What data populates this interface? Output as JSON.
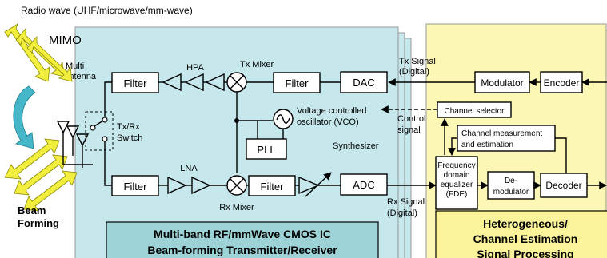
{
  "header": {
    "radio_wave": "Radio wave (UHF/microwave/mm-wave)"
  },
  "rf": {
    "mimo": "MIMO",
    "multi": "Multi",
    "antenna": "Antenna",
    "filter": "Filter",
    "hpa": "HPA",
    "tx_mixer": "Tx Mixer",
    "dac": "DAC",
    "vco_line1": "Voltage controlled",
    "vco_line2": "oscillator  (VCO)",
    "pll": "PLL",
    "synthesizer": "Synthesizer",
    "switch_line1": "Tx/Rx",
    "switch_line2": "Switch",
    "lna": "LNA",
    "rx_mixer": "Rx Mixer",
    "adc": "ADC",
    "beam_line1": "Beam",
    "beam_line2": "Forming",
    "title_line1": "Multi-band RF/mmWave CMOS IC",
    "title_line2": "Beam-forming Transmitter/Receiver"
  },
  "signals": {
    "tx_line1": "Tx Signal",
    "tx_line2": "(Digital)",
    "control_line1": "Control",
    "control_line2": "signal",
    "rx_line1": "Rx Signal",
    "rx_line2": "(Digital)"
  },
  "dsp": {
    "modulator": "Modulator",
    "encoder": "Encoder",
    "channel_selector": "Channel selector",
    "channel_meas_line1": "Channel measurement",
    "channel_meas_line2": "and estimation",
    "fde_line1": "Frequency",
    "fde_line2": "domain",
    "fde_line3": "equalizer",
    "fde_line4": "(FDE)",
    "demod_line1": "De-",
    "demod_line2": "modulator",
    "decoder": "Decoder",
    "title_line1": "Heterogeneous/",
    "title_line2": "Channel Estimation",
    "title_line3": "Signal Processing"
  },
  "colors": {
    "rf_panel": "#c6e7ec",
    "rf_title_box": "#9dd2d6",
    "dsp_panel": "#fcf7b4",
    "dsp_title_box": "#faf39a",
    "beam_arrow": "#f2ee3e",
    "curve_arrow": "#45b7c8"
  }
}
